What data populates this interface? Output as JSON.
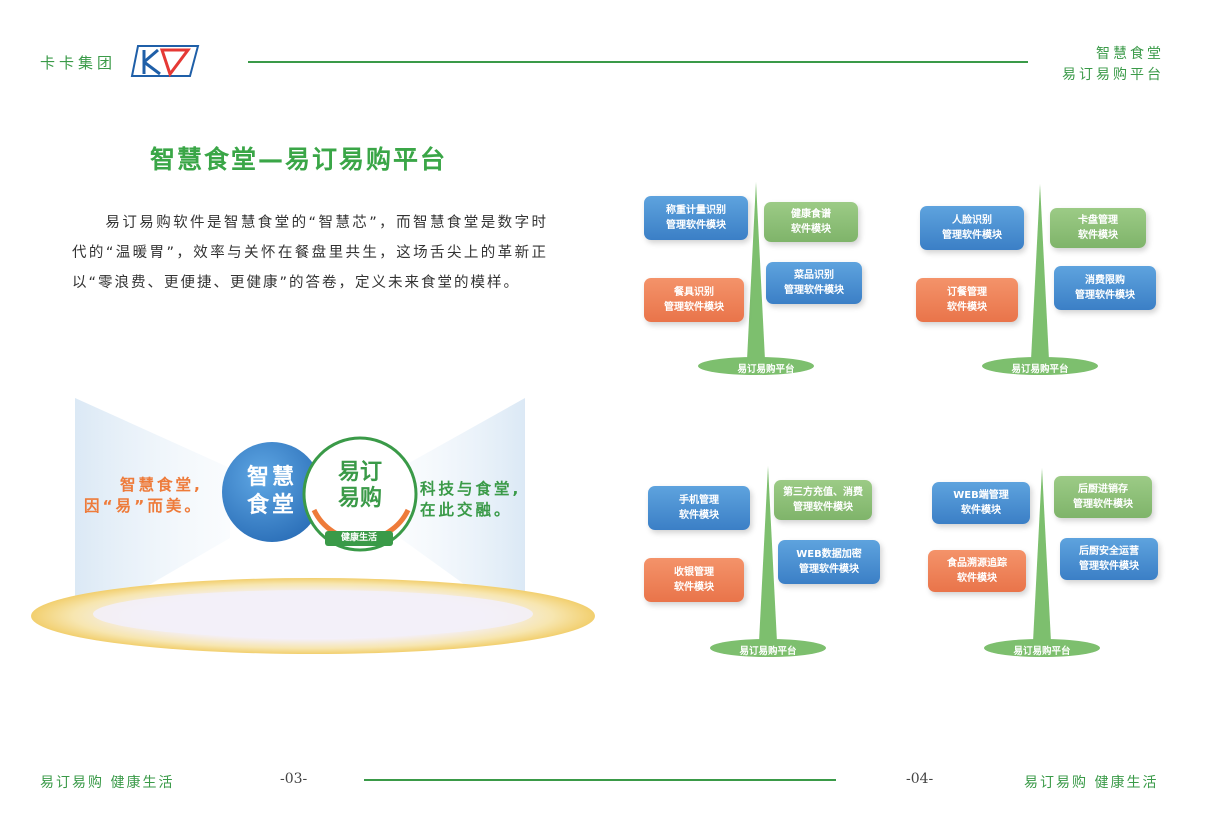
{
  "header": {
    "brand": "卡卡集团",
    "right_line1": "智慧食堂",
    "right_line2": "易订易购平台"
  },
  "title": "智慧食堂—易订易购平台",
  "intro": "易订易购软件是智慧食堂的“智慧芯”，而智慧食堂是数字时代的“温暖胃”，效率与关怀在餐盘里共生，这场舌尖上的革新正以“零浪费、更便捷、更健康”的答卷，定义未来食堂的模样。",
  "hero": {
    "slogan_left_1": "智慧食堂,",
    "slogan_left_2": "因“易”而美。",
    "circle_line1": "智慧",
    "circle_line2": "食堂",
    "badge_line1": "易订",
    "badge_line2": "易购",
    "badge_ribbon": "健康生活",
    "slogan_right_1": "科技与食堂,",
    "slogan_right_2": "在此交融。"
  },
  "trees": [
    {
      "platform": "易订易购平台",
      "modules": [
        {
          "line1": "称重计量识别",
          "line2": "管理软件模块"
        },
        {
          "line1": "健康食谱",
          "line2": "软件模块"
        },
        {
          "line1": "餐具识别",
          "line2": "管理软件模块"
        },
        {
          "line1": "菜品识别",
          "line2": "管理软件模块"
        }
      ]
    },
    {
      "platform": "易订易购平台",
      "modules": [
        {
          "line1": "人脸识别",
          "line2": "管理软件模块"
        },
        {
          "line1": "卡盘管理",
          "line2": "软件模块"
        },
        {
          "line1": "订餐管理",
          "line2": "软件模块"
        },
        {
          "line1": "消费限购",
          "line2": "管理软件模块"
        }
      ]
    },
    {
      "platform": "易订易购平台",
      "modules": [
        {
          "line1": "手机管理",
          "line2": "软件模块"
        },
        {
          "line1": "第三方充值、消费",
          "line2": "管理软件模块"
        },
        {
          "line1": "收银管理",
          "line2": "软件模块"
        },
        {
          "line1": "WEB数据加密",
          "line2": "管理软件模块"
        }
      ]
    },
    {
      "platform": "易订易购平台",
      "modules": [
        {
          "line1": "WEB端管理",
          "line2": "软件模块"
        },
        {
          "line1": "后厨进销存",
          "line2": "管理软件模块"
        },
        {
          "line1": "食品溯源追踪",
          "line2": "软件模块"
        },
        {
          "line1": "后厨安全运营",
          "line2": "管理软件模块"
        }
      ]
    }
  ],
  "footer": {
    "left": "易订易购  健康生活",
    "page_left": "-03-",
    "page_right": "-04-",
    "right": "易订易购  健康生活"
  },
  "colors": {
    "brand_green": "#3a9a48",
    "accent_orange": "#ee7b3a",
    "module_blue": "#3b7fc6",
    "module_green": "#7fb46a",
    "module_orange": "#e9744a"
  }
}
